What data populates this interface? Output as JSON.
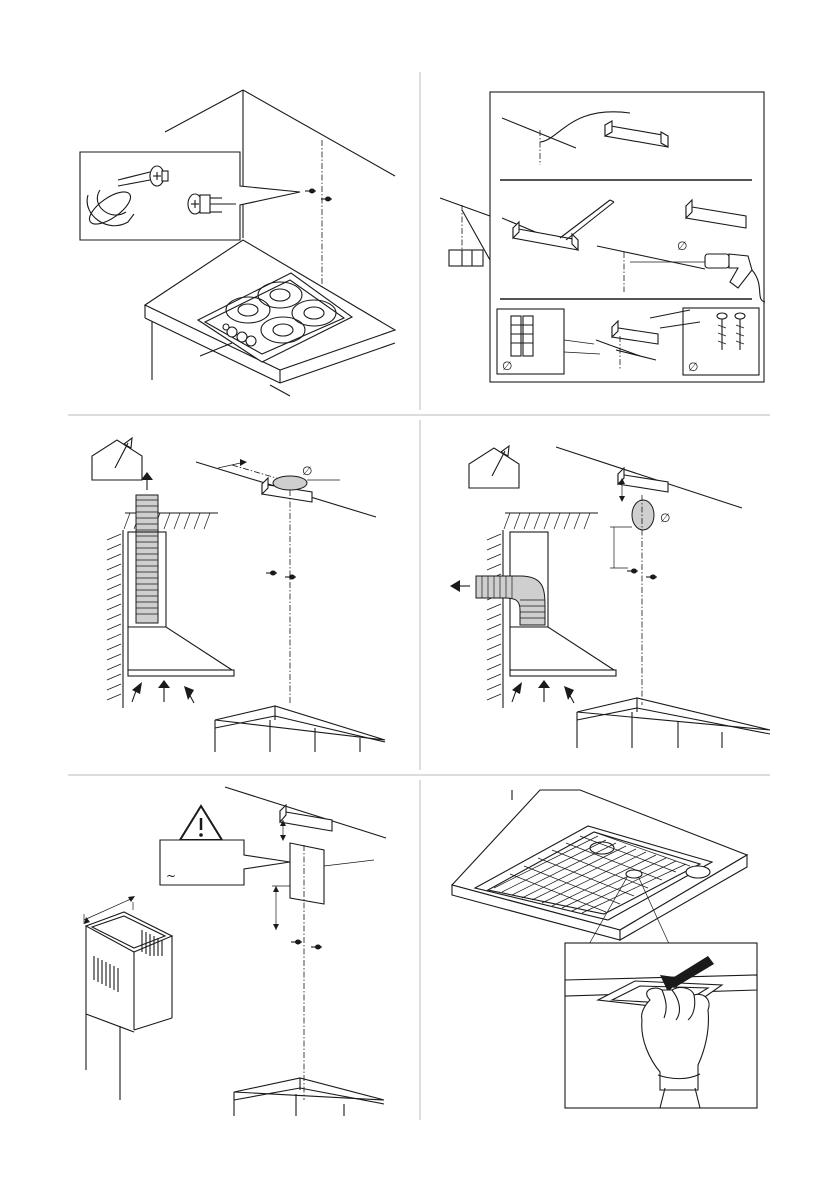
{
  "page": {
    "background": "#ffffff",
    "line_color": "#1a1a1a",
    "divider_color": "#c8c8c8",
    "panels": [
      {
        "id": "wall-screw-plugs"
      },
      {
        "id": "bracket-mounting-steps",
        "symbols": [
          "∅",
          "∅",
          "∅"
        ]
      },
      {
        "id": "ducted-vertical-exhaust",
        "symbols": [
          "∅"
        ]
      },
      {
        "id": "ducted-side-exhaust",
        "symbols": [
          "∅"
        ]
      },
      {
        "id": "chimney-height-warning",
        "symbols": [
          "~"
        ]
      },
      {
        "id": "grease-filter-removal"
      }
    ]
  }
}
